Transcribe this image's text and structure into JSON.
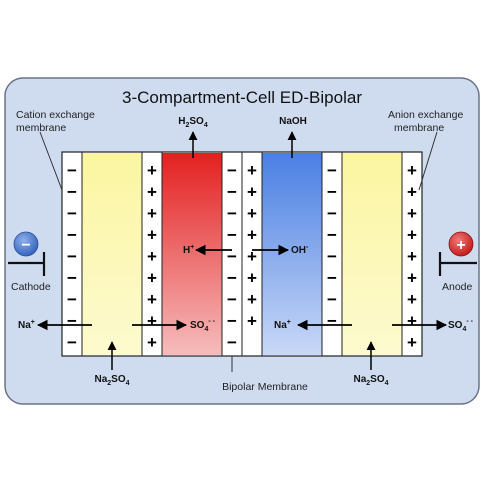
{
  "title": "3-Compartment-Cell ED-Bipolar",
  "labels": {
    "cation_membrane": [
      "Cation exchange",
      "membrane"
    ],
    "anion_membrane": [
      "Anion exchange",
      "membrane"
    ],
    "bipolar_membrane": "Bipolar Membrane",
    "cathode": "Cathode",
    "anode": "Anode"
  },
  "electrodes": {
    "cathode_sign": "−",
    "anode_sign": "+"
  },
  "products": {
    "acid": {
      "main": "H",
      "sub": "2",
      "mid": "SO",
      "sub2": "4"
    },
    "base": "NaOH"
  },
  "feeds": {
    "left": {
      "main": "Na",
      "sub": "2",
      "mid": "SO",
      "sub2": "4"
    },
    "right": {
      "main": "Na",
      "sub": "2",
      "mid": "SO",
      "sub2": "4"
    }
  },
  "ions": {
    "na_left": {
      "base": "Na",
      "charge": "+"
    },
    "so4_left": {
      "base": "SO",
      "sub": "4",
      "charge": "- -"
    },
    "h_plus": {
      "base": "H",
      "charge": "+"
    },
    "oh_minus": {
      "base": "OH",
      "charge": "-"
    },
    "na_right": {
      "base": "Na",
      "charge": "+"
    },
    "so4_right": {
      "base": "SO",
      "sub": "4",
      "charge": "- -"
    }
  },
  "membrane_signs": {
    "minus": "−",
    "plus": "+"
  },
  "colors": {
    "background_panel": "#cfdcf0",
    "panel_border": "#6a7486",
    "compartment_yellow": "#fbf7a6",
    "compartment_red_top": "#e52222",
    "compartment_red_bottom": "#f5b6b6",
    "compartment_blue_top": "#4a7fe3",
    "compartment_blue_bottom": "#c8d7f6",
    "cathode_blue": "#3b6cc4",
    "anode_red": "#d32020"
  }
}
